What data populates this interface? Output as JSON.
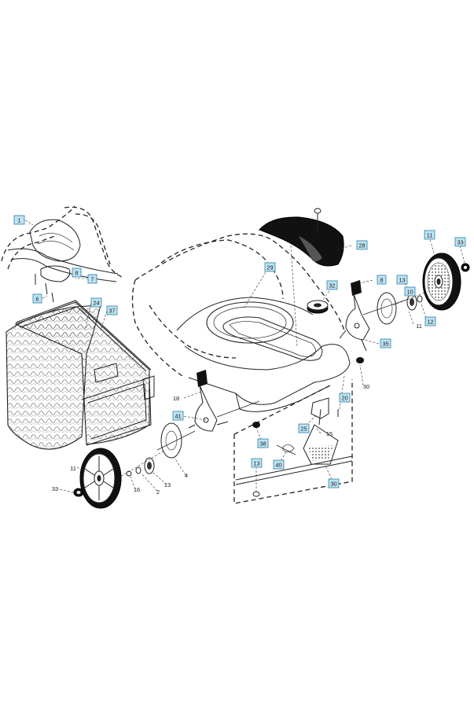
{
  "diagram": {
    "boxed_labels": [
      {
        "id": "1a",
        "text": "1"
      },
      {
        "id": "8a",
        "text": "8"
      },
      {
        "id": "7",
        "text": "7"
      },
      {
        "id": "6",
        "text": "6"
      },
      {
        "id": "24",
        "text": "24"
      },
      {
        "id": "37",
        "text": "37"
      },
      {
        "id": "29",
        "text": "29"
      },
      {
        "id": "28",
        "text": "28"
      },
      {
        "id": "11a",
        "text": "11"
      },
      {
        "id": "33a",
        "text": "33"
      },
      {
        "id": "32",
        "text": "32"
      },
      {
        "id": "8b",
        "text": "8"
      },
      {
        "id": "13a",
        "text": "13"
      },
      {
        "id": "10",
        "text": "10"
      },
      {
        "id": "12",
        "text": "12"
      },
      {
        "id": "35",
        "text": "35"
      },
      {
        "id": "41",
        "text": "41"
      },
      {
        "id": "25",
        "text": "25"
      },
      {
        "id": "20",
        "text": "20"
      },
      {
        "id": "38",
        "text": "38"
      },
      {
        "id": "13b",
        "text": "13"
      },
      {
        "id": "40",
        "text": "40"
      },
      {
        "id": "30b",
        "text": "30"
      }
    ],
    "plain_labels": [
      {
        "id": "11b",
        "text": "11"
      },
      {
        "id": "30a",
        "text": "30"
      },
      {
        "id": "18",
        "text": "18"
      },
      {
        "id": "15",
        "text": "15"
      },
      {
        "id": "11c",
        "text": "11"
      },
      {
        "id": "4",
        "text": "4"
      },
      {
        "id": "13c",
        "text": "13"
      },
      {
        "id": "2",
        "text": "2"
      },
      {
        "id": "16",
        "text": "16"
      },
      {
        "id": "33b",
        "text": "33"
      }
    ]
  }
}
